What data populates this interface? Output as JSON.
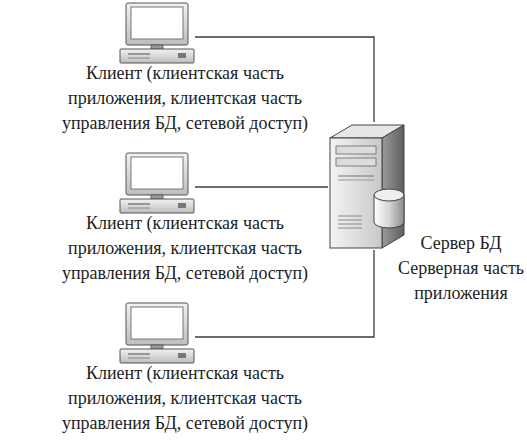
{
  "diagram": {
    "nodes": [
      {
        "text": [
          "Клиент (клиентская часть приложения, клиентская часть управления БД, сетевой доступ)"
        ]
      },
      {
        "text": [
          "Клиент (клиентская часть приложения, клиентская часть управления БД, сетевой доступ)"
        ]
      },
      {
        "text": [
          "Клиент (клиентская часть приложения, клиентская часть управления БД, сетевой доступ)"
        ]
      },
      {
        "text": [
          "Сервер БД",
          "Серверная часть приложения"
        ]
      }
    ],
    "edges": [
      {
        "from": 0,
        "to": 3,
        "arrow": "none"
      },
      {
        "from": 1,
        "to": 3,
        "arrow": "none"
      },
      {
        "from": 2,
        "to": 3,
        "arrow": "none"
      }
    ]
  }
}
